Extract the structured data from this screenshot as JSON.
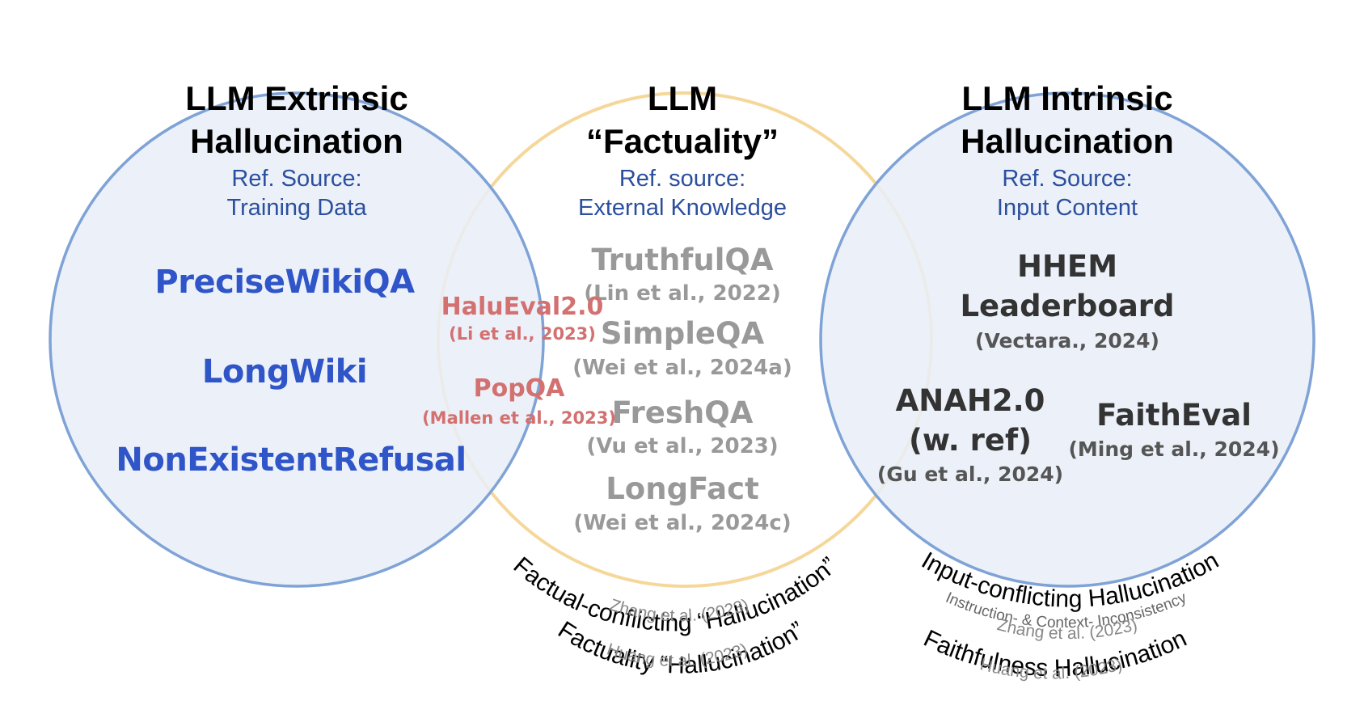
{
  "colors": {
    "circle_fill": "#e9eff8",
    "circle_stroke": "#7fa3d6",
    "factuality_stroke": "#f5d79a",
    "blue_text": "#2f55c8",
    "ref_text": "#2b4f9e",
    "red_text": "#d37070",
    "gray_text": "#999999"
  },
  "extrinsic": {
    "title_line1": "LLM Extrinsic",
    "title_line2": "Hallucination",
    "ref_line1": "Ref. Source:",
    "ref_line2": "Training Data",
    "items": [
      "PreciseWikiQA",
      "LongWiki",
      "NonExistentRefusal"
    ]
  },
  "factuality": {
    "title_line1": "LLM",
    "title_line2": "“Factuality”",
    "ref_line1": "Ref. source:",
    "ref_line2": "External Knowledge",
    "benchmarks": [
      {
        "name": "TruthfulQA",
        "cite": "(Lin et al., 2022)"
      },
      {
        "name": "SimpleQA",
        "cite": "(Wei et al., 2024a)"
      },
      {
        "name": "FreshQA",
        "cite": "(Vu et al., 2023)"
      },
      {
        "name": "LongFact",
        "cite": "(Wei et al., 2024c)"
      }
    ]
  },
  "overlap": [
    {
      "name": "HaluEval2.0",
      "cite": "(Li et al., 2023)"
    },
    {
      "name": "PopQA",
      "cite": "(Mallen et al., 2023)"
    }
  ],
  "intrinsic": {
    "title_line1": "LLM Intrinsic",
    "title_line2": "Hallucination",
    "ref_line1": "Ref. Source:",
    "ref_line2": "Input Content",
    "hhem": {
      "line1": "HHEM",
      "line2": "Leaderboard",
      "cite": "(Vectara., 2024)"
    },
    "anah": {
      "line1": "ANAH2.0",
      "line2": "(w. ref)",
      "cite": "(Gu et al., 2024)"
    },
    "faitheval": {
      "name": "FaithEval",
      "cite": "(Ming et al., 2024)"
    }
  },
  "curved_labels": {
    "factual_conflicting": "Factual-conflicting “Hallucination”",
    "factual_conflicting_cite": "Zhang et al. (2023)",
    "factuality_hallucination": "Factuality “Hallucination”",
    "factuality_hallucination_cite": "Huang et al. (2023)",
    "input_conflicting": "Input-conflicting Hallucination",
    "input_conflicting_sub": "Instruction- & Context- Inconsistency",
    "input_conflicting_cite": "Zhang et al. (2023)",
    "faithfulness": "Faithfulness Hallucination",
    "faithfulness_cite": "Huang et al. (2023)"
  }
}
